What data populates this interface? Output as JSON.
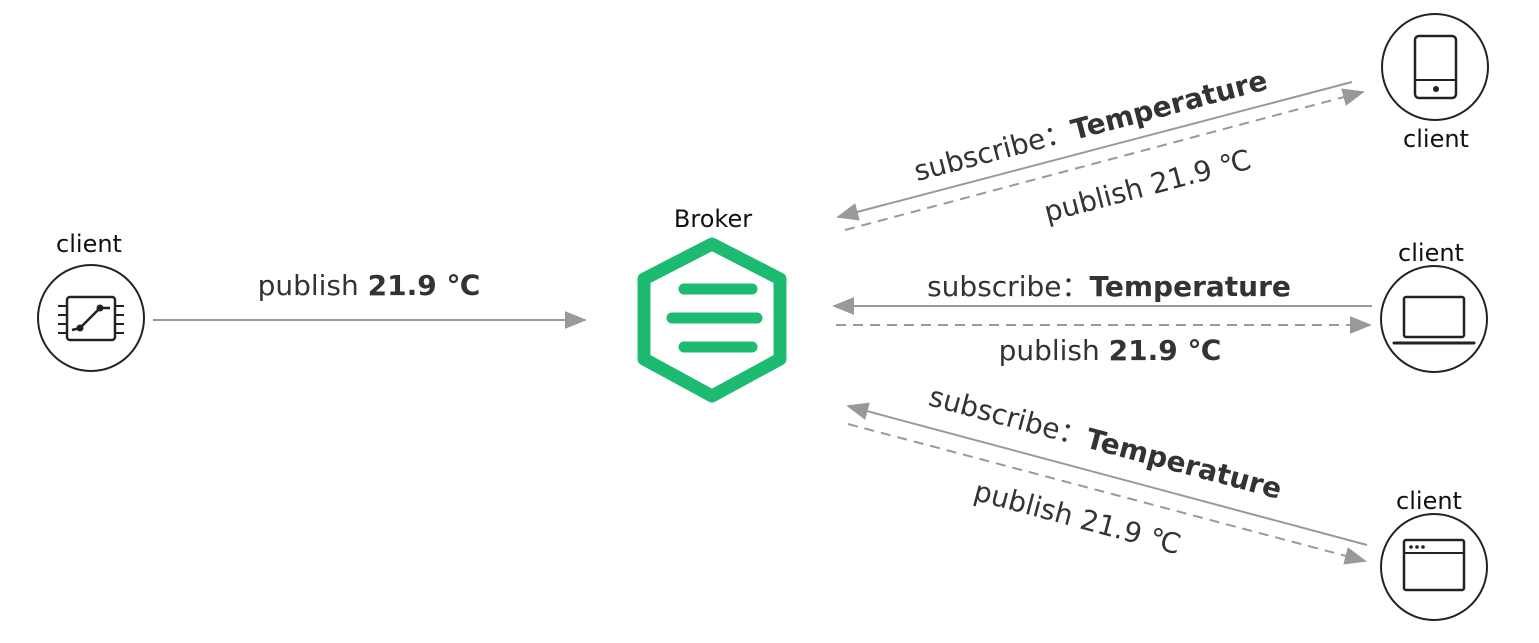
{
  "colors": {
    "broker": "#1dbb72",
    "arrow": "#999999",
    "icon_stroke": "#222222"
  },
  "broker": {
    "label": "Broker",
    "icon": "broker-hexagon-icon"
  },
  "publisher": {
    "label": "client",
    "icon": "chip-icon",
    "message": {
      "verb": "publish",
      "value": "21.9 ℃"
    }
  },
  "subscribers": [
    {
      "label": "client",
      "icon": "phone-icon",
      "subscribe": {
        "verb": "subscribe：",
        "topic": "Temperature"
      },
      "publish": {
        "verb": "publish",
        "value": "21.9 ℃"
      }
    },
    {
      "label": "client",
      "icon": "laptop-icon",
      "subscribe": {
        "verb": "subscribe：",
        "topic": "Temperature"
      },
      "publish": {
        "verb": "publish",
        "value": "21.9 ℃"
      }
    },
    {
      "label": "client",
      "icon": "browser-window-icon",
      "subscribe": {
        "verb": "subscribe：",
        "topic": "Temperature"
      },
      "publish": {
        "verb": "publish",
        "value": "21.9 ℃"
      }
    }
  ]
}
